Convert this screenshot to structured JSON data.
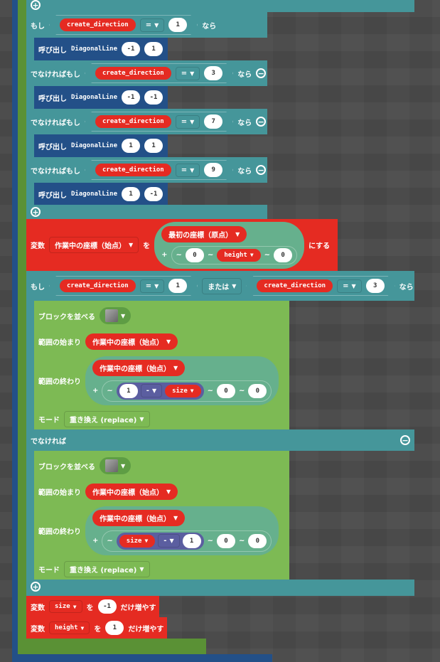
{
  "if1": {
    "if": "もし",
    "elseif": "でなければもし",
    "then": "なら",
    "var": "create_direction",
    "op": "=",
    "conds": [
      "1",
      "3",
      "7",
      "9"
    ],
    "call": "呼び出し",
    "fn": "DiagonalLine",
    "args": [
      [
        "-1",
        "1"
      ],
      [
        "-1",
        "-1"
      ],
      [
        "1",
        "1"
      ],
      [
        "1",
        "-1"
      ]
    ]
  },
  "set": {
    "var_label": "変数",
    "var": "作業中の座標（始点）",
    "wo": "を",
    "origin": "最初の座標（原点）",
    "plus": "+",
    "tilde": "~",
    "x": "0",
    "y": "height",
    "z": "0",
    "suffix": "にする"
  },
  "if2": {
    "if": "もし",
    "var": "create_direction",
    "op": "=",
    "a": "1",
    "or": "または",
    "b": "3",
    "then": "なら",
    "else": "でなければ"
  },
  "fill": [
    {
      "label": "ブロックを並べる",
      "start": "範囲の始まり",
      "start_val": "作業中の座標（始点）",
      "end": "範囲の終わり",
      "end_val": "作業中の座標（始点）",
      "a": "1",
      "op": "-",
      "b": "size",
      "y": "0",
      "z": "0",
      "mode": "モード",
      "mode_val": "重き換え (replace)"
    },
    {
      "label": "ブロックを並べる",
      "start": "範囲の始まり",
      "start_val": "作業中の座標（始点）",
      "end": "範囲の終わり",
      "end_val": "作業中の座標（始点）",
      "a": "size",
      "op": "-",
      "b": "1",
      "y": "0",
      "z": "0",
      "mode": "モード",
      "mode_val": "重き換え (replace)"
    }
  ],
  "change": [
    {
      "label": "変数",
      "var": "size",
      "wo": "を",
      "val": "-1",
      "suffix": "だけ増やす"
    },
    {
      "label": "変数",
      "var": "height",
      "wo": "を",
      "val": "1",
      "suffix": "だけ増やす"
    }
  ],
  "colors": {
    "teal": "#45969a",
    "red": "#e52b22",
    "green": "#7dba54",
    "blue": "#235088"
  }
}
